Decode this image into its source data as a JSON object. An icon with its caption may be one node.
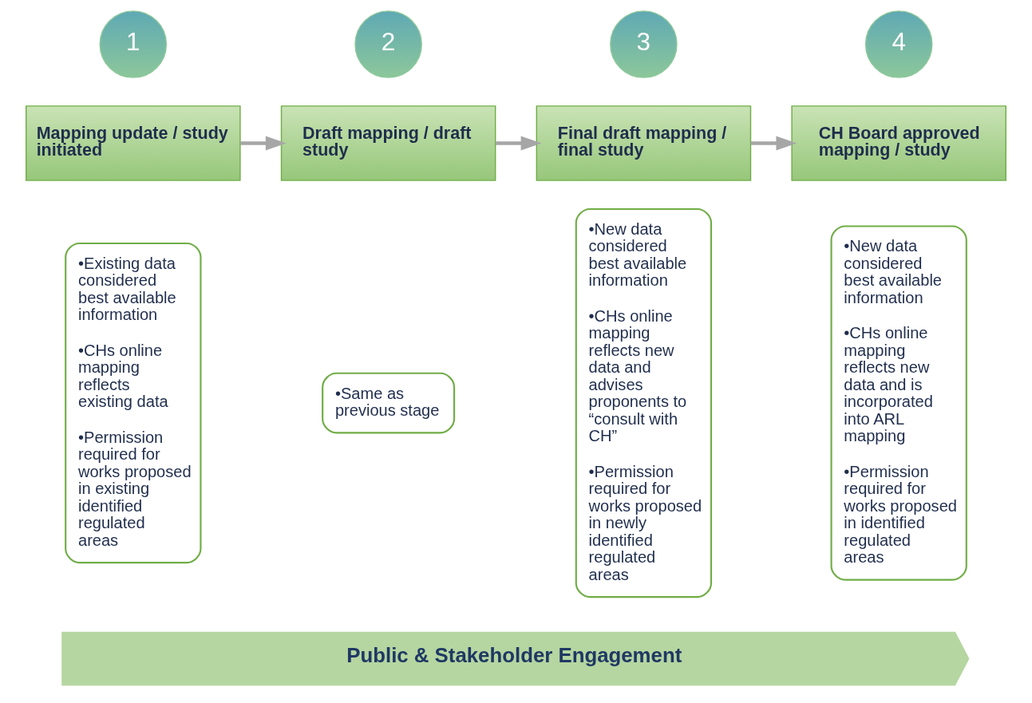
{
  "diagram": {
    "nodes": [
      {
        "text": [
          "1"
        ]
      },
      {
        "text": [
          "2"
        ]
      },
      {
        "text": [
          "3"
        ]
      },
      {
        "text": [
          "4"
        ]
      },
      {
        "text": [
          "Mapping update / study initiated"
        ]
      },
      {
        "text": [
          "•Existing data considered best available information",
          "•CHs online mapping reflects existing data",
          "•Permission required for works proposed in existing identified regulated areas"
        ]
      },
      {
        "text": [
          "Draft mapping / draft study"
        ]
      },
      {
        "text": [
          "•Same as previous stage"
        ]
      },
      {
        "text": [
          "Final draft mapping / final study"
        ]
      },
      {
        "text": [
          "•New data considered best available information",
          "•CHs online mapping reflects new data and advises proponents to “consult with CH”",
          "•Permission required for works proposed in newly identified regulated areas"
        ]
      },
      {
        "text": [
          "CH Board approved mapping / study"
        ]
      },
      {
        "text": [
          "•New data considered best available information",
          "•CHs online mapping reflects new data and is incorporated into ARL mapping",
          "•Permission required for works proposed in identified regulated areas"
        ]
      },
      {
        "text": [
          "Public & Stakeholder Engagement"
        ]
      }
    ],
    "edges": [
      {
        "from": 4,
        "to": 6,
        "arrow": "to"
      },
      {
        "from": 6,
        "to": 8,
        "arrow": "to"
      },
      {
        "from": 8,
        "to": 10,
        "arrow": "to"
      }
    ]
  }
}
